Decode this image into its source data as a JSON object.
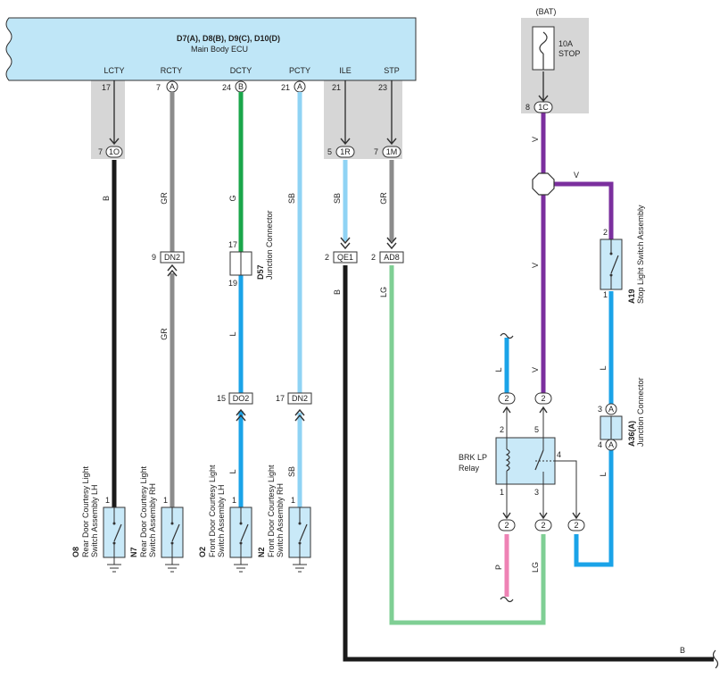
{
  "ecu": {
    "title": "D7(A), D8(B), D9(C), D10(D)",
    "subtitle": "Main Body ECU",
    "terminals": [
      {
        "id": "lcty",
        "name": "LCTY",
        "pin": "17",
        "letter": ""
      },
      {
        "id": "rcty",
        "name": "RCTY",
        "pin": "7",
        "letter": "A"
      },
      {
        "id": "dcty",
        "name": "DCTY",
        "pin": "24",
        "letter": "B"
      },
      {
        "id": "pcty",
        "name": "PCTY",
        "pin": "21",
        "letter": "A"
      },
      {
        "id": "ile",
        "name": "ILE",
        "pin": "21",
        "letter": ""
      },
      {
        "id": "stp",
        "name": "STP",
        "pin": "23",
        "letter": ""
      }
    ]
  },
  "junction_blocks": {
    "lcty": {
      "pin": "7",
      "code": "1O"
    },
    "ile": {
      "pin": "5",
      "code": "1R"
    },
    "stp": {
      "pin": "7",
      "code": "1M"
    },
    "bat": {
      "pin": "8",
      "code": "1C"
    }
  },
  "battery": {
    "label": "(BAT)",
    "fuse_rating": "10A",
    "fuse_name": "STOP"
  },
  "wire_colors": {
    "B": "#1a1a1a",
    "GR": "#8c8c8c",
    "G": "#1aa64a",
    "SB": "#8fd3f4",
    "L": "#1aa3e8",
    "V": "#7b2f9e",
    "LG": "#7fcf94",
    "P": "#ee82b4"
  },
  "wire_labels": {
    "lcty": "B",
    "rcty_top": "GR",
    "rcty_bottom": "GR",
    "dcty_top": "G",
    "dcty_bottom": "L",
    "dcty_low": "L",
    "pcty_top": "SB",
    "pcty_low": "SB",
    "ile_top": "SB",
    "ile_bottom": "B",
    "stp_top": "GR",
    "stp_bottom": "LG",
    "bat_top": "V",
    "bat_branch": "V",
    "bat_mid": "V",
    "bat_low": "V",
    "relay_left": "L",
    "stop_sw_bottom": "L",
    "junction_a36_bottom": "L",
    "relay_bottom_left": "P",
    "relay_bottom_right": "LG",
    "bottom_b": "B"
  },
  "connectors": {
    "dn2_top": {
      "pin": "9",
      "code": "DN2"
    },
    "d57_top_pin": "17",
    "d57_bottom_pin": "19",
    "do2": {
      "pin": "15",
      "code": "DO2"
    },
    "dn2_low": {
      "pin": "17",
      "code": "DN2"
    },
    "qe1": {
      "pin": "2",
      "code": "QE1"
    },
    "ad8": {
      "pin": "2",
      "code": "AD8"
    },
    "two": "2",
    "a36_top_pin": "3",
    "a36_bottom_pin": "4",
    "a36_letter": "A"
  },
  "components": {
    "d57": {
      "id": "D57",
      "name": "Junction Connector"
    },
    "a19": {
      "id": "A19",
      "name": "Stop Light Switch Assembly",
      "pin_top": "2",
      "pin_bottom": "1"
    },
    "a36": {
      "id": "A36(A)",
      "name": "Junction Connector"
    },
    "relay": {
      "name_line1": "BRK LP",
      "name_line2": "Relay",
      "pin2": "2",
      "pin5": "5",
      "pin4": "4",
      "pin1": "1",
      "pin3": "3"
    },
    "o8": {
      "id": "O8",
      "line1": "Rear Door Courtesy Light",
      "line2": "Switch Assembly LH",
      "pin": "1"
    },
    "n7": {
      "id": "N7",
      "line1": "Rear Door Courtesy Light",
      "line2": "Switch Assembly RH",
      "pin": "1"
    },
    "o2": {
      "id": "O2",
      "line1": "Front Door Courtesy Light",
      "line2": "Switch Assembly LH",
      "pin": "1"
    },
    "n2": {
      "id": "N2",
      "line1": "Front Door Courtesy Light",
      "line2": "Switch Assembly RH",
      "pin": "1"
    }
  }
}
